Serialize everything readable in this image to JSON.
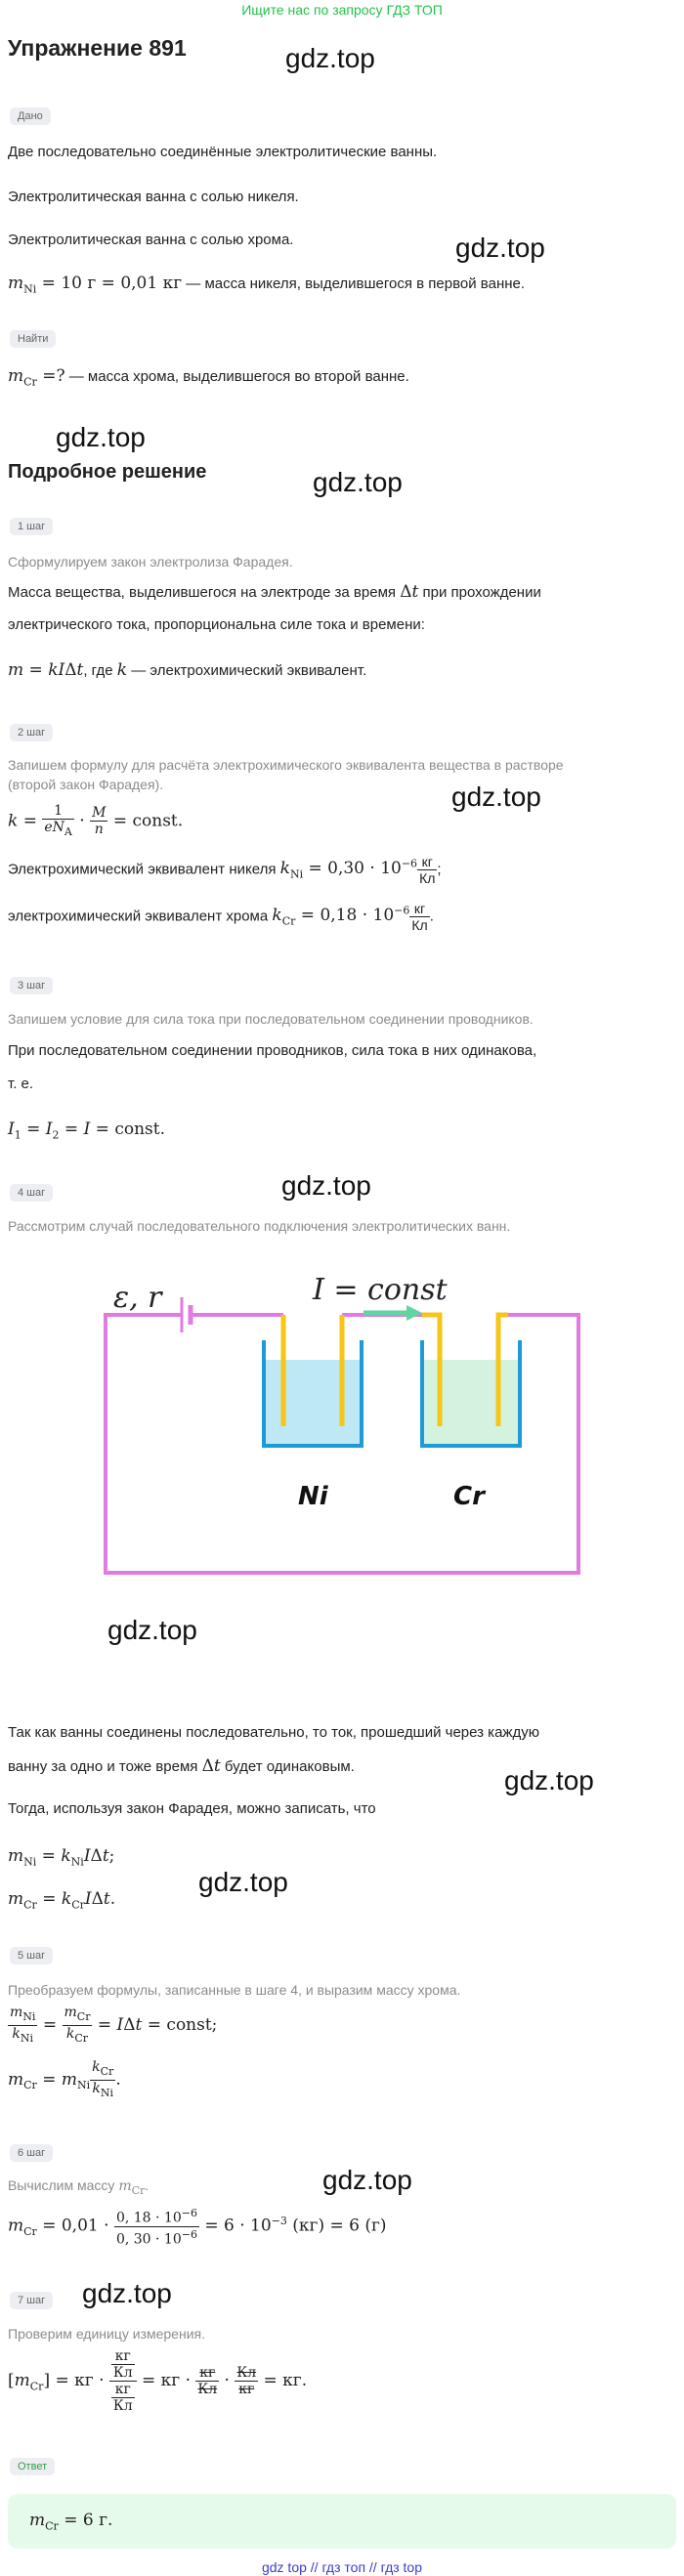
{
  "banner": "Ищите нас по запросу ГДЗ ТОП",
  "title": "Упражнение 891",
  "watermark": "gdz.top",
  "given": {
    "chip": "Дано",
    "line1": "Две последовательно соединённые электролитические ванны.",
    "line2": "Электролитическая ванна с солью никеля.",
    "line3": "Электролитическая ванна с солью хрома.",
    "mass_ni_text": "— масса никеля, выделившегося в первой ванне."
  },
  "find": {
    "chip": "Найти",
    "text": "— масса хрома, выделившегося во второй ванне."
  },
  "solution_title": "Подробное решение",
  "step1": {
    "chip": "1 шаг",
    "grey": "Сформулируем закон электролиза Фарадея.",
    "text1": "Масса вещества, выделившегося на электроде за время",
    "text1b": "при прохождении",
    "text2": "электрического тока, пропорциональна силе тока и времени:",
    "formula_tail": ", где",
    "formula_tail2": "— электрохимический эквивалент."
  },
  "step2": {
    "chip": "2 шаг",
    "grey1": "Запишем формулу для расчёта электрохимического эквивалента вещества в растворе",
    "grey2": "(второй закон Фарадея).",
    "ni_text": "Электрохимический эквивалент никеля",
    "cr_text": "электрохимический эквивалент хрома"
  },
  "step3": {
    "chip": "3 шаг",
    "grey": "Запишем условие для сила тока при последовательном соединении проводников.",
    "text1": "При последовательном соединении проводников, сила тока в них одинакова,",
    "text2": "т. е."
  },
  "step4": {
    "chip": "4 шаг",
    "grey": "Рассмотрим случай последовательного подключения электролитических ванн.",
    "diagram": {
      "emf_label": "ε, r",
      "current_label": "I = const",
      "bath1": "Ni",
      "bath2": "Cr"
    },
    "text1": "Так как ванны соединены последовательно, то ток, прошедший через каждую",
    "text2a": "ванну за одно и тоже время",
    "text2b": "будет одинаковым.",
    "text3": "Тогда, используя закон Фарадея, можно записать, что"
  },
  "step5": {
    "chip": "5 шаг",
    "grey": "Преобразуем формулы, записанные в шаге 4, и выразим массу хрома."
  },
  "step6": {
    "chip": "6 шаг",
    "grey": "Вычислим массу"
  },
  "step7": {
    "chip": "7 шаг",
    "grey": "Проверим единицу измерения."
  },
  "answer": {
    "chip": "Ответ",
    "value": "6 г."
  },
  "footer": "gdz top  //  гдз топ  //  гдз top",
  "colors": {
    "banner": "#24c24b",
    "wire": "#e07be0",
    "electrode": "#f5c518",
    "bath1_fill": "#bfe8f5",
    "bath2_fill": "#d3f3df",
    "bath_stroke": "#1e9ad6",
    "arrow": "#5fd6a0",
    "answer_bg": "#e6faea",
    "footer": "#3c3ccf"
  }
}
